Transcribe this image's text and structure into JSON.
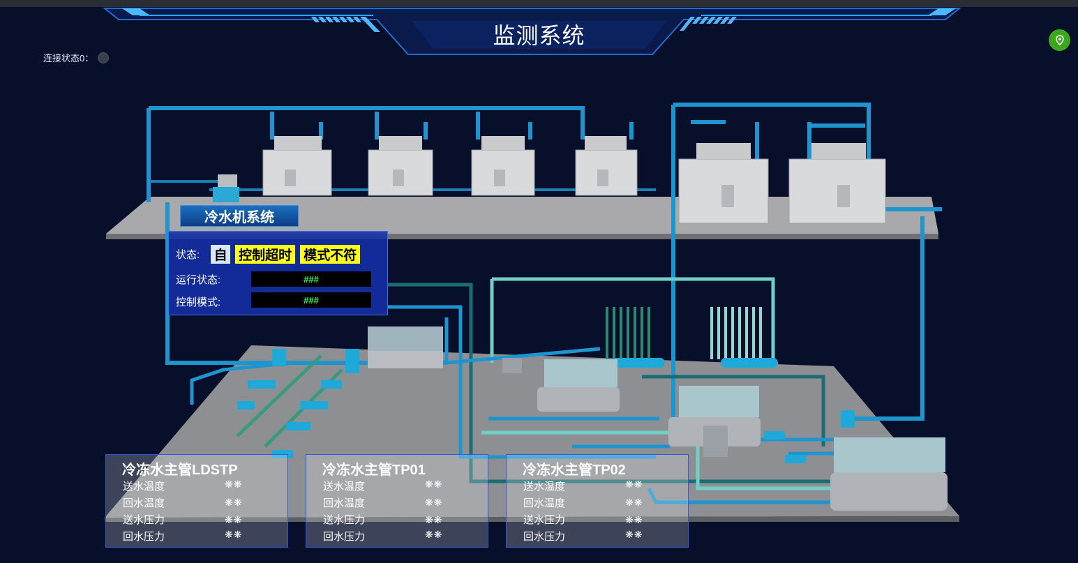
{
  "header": {
    "title": "监测系统",
    "connection_label": "连接状态0：",
    "accent_color": "#2ea8ff"
  },
  "location_button": {
    "icon": "location-pin-icon",
    "color": "#3aa81a"
  },
  "chiller_system": {
    "title": "冷水机系统",
    "status_label": "状态:",
    "badges": [
      "自",
      "控制超时",
      "模式不符"
    ],
    "run_state_label": "运行状态:",
    "run_state_value": "###",
    "control_mode_label": "控制模式:",
    "control_mode_value": "###"
  },
  "pipe_panels": [
    {
      "title": "冷冻水主管LDSTP",
      "rows": [
        {
          "label": "送水温度",
          "value": "❋❋"
        },
        {
          "label": "回水温度",
          "value": "❋❋"
        },
        {
          "label": "送水压力",
          "value": "❋❋"
        },
        {
          "label": "回水压力",
          "value": "❋❋"
        }
      ]
    },
    {
      "title": "冷冻水主管TP01",
      "rows": [
        {
          "label": "送水温度",
          "value": "❋❋"
        },
        {
          "label": "回水温度",
          "value": "❋❋"
        },
        {
          "label": "送水压力",
          "value": "❋❋"
        },
        {
          "label": "回水压力",
          "value": "❋❋"
        }
      ]
    },
    {
      "title": "冷冻水主管TP02",
      "rows": [
        {
          "label": "送水温度",
          "value": "❋❋"
        },
        {
          "label": "回水温度",
          "value": "❋❋"
        },
        {
          "label": "送水压力",
          "value": "❋❋"
        },
        {
          "label": "回水压力",
          "value": "❋❋"
        }
      ]
    }
  ]
}
